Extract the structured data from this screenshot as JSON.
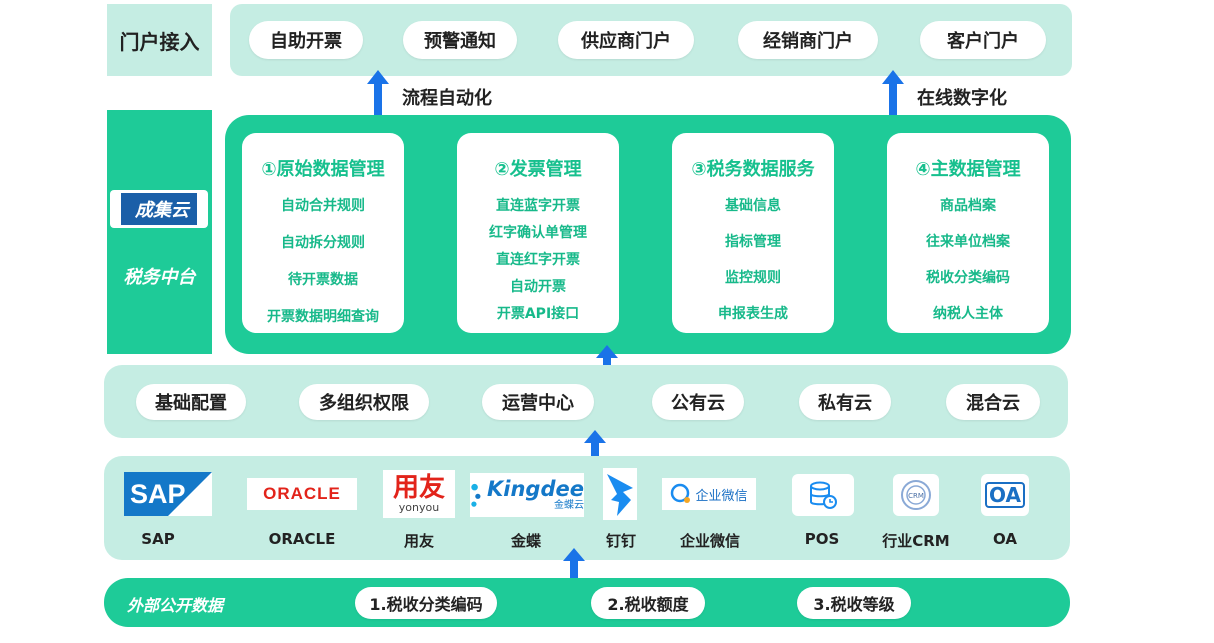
{
  "rows": {
    "portal": {
      "side_label": "门户接入",
      "pills": [
        "自助开票",
        "预警通知",
        "供应商门户",
        "经销商门户",
        "客户门户"
      ]
    },
    "arrows": {
      "left_label": "流程自动化",
      "right_label": "在线数字化"
    },
    "middle": {
      "logo_text": "成集云",
      "side_label": "税务中台",
      "cards": [
        {
          "title": "①原始数据管理",
          "items": [
            "自动合并规则",
            "自动拆分规则",
            "待开票数据",
            "开票数据明细查询"
          ]
        },
        {
          "title": "②发票管理",
          "items": [
            "直连蓝字开票",
            "红字确认单管理",
            "直连红字开票",
            "自动开票",
            "开票API接口"
          ]
        },
        {
          "title": "③税务数据服务",
          "items": [
            "基础信息",
            "指标管理",
            "监控规则",
            "申报表生成"
          ]
        },
        {
          "title": "④主数据管理",
          "items": [
            "商品档案",
            "往来单位档案",
            "税收分类编码",
            "纳税人主体"
          ]
        }
      ]
    },
    "config": {
      "pills": [
        "基础配置",
        "多组织权限",
        "运营中心",
        "公有云",
        "私有云",
        "混合云"
      ]
    },
    "systems": {
      "items": [
        {
          "label": "SAP",
          "logo": "SAP"
        },
        {
          "label": "ORACLE",
          "logo": "ORACLE"
        },
        {
          "label": "用友",
          "logo": "用友",
          "logo_sub": "yonyou"
        },
        {
          "label": "金蝶",
          "logo": "Kingdee",
          "logo_sub": "金蝶云"
        },
        {
          "label": "钉钉",
          "logo": "dingtalk-icon"
        },
        {
          "label": "企业微信",
          "logo": "企业微信"
        },
        {
          "label": "POS",
          "logo": "database-clock-icon"
        },
        {
          "label": "行业CRM",
          "logo": "CRM"
        },
        {
          "label": "OA",
          "logo": "OA"
        }
      ]
    },
    "external": {
      "side_label": "外部公开数据",
      "pills": [
        "1.税收分类编码",
        "2.税收额度",
        "3.税收等级"
      ]
    }
  },
  "colors": {
    "light_teal": "#c5ede3",
    "green": "#1ecb98",
    "arrow_blue": "#1a73e8",
    "text_green": "#17b98a"
  }
}
